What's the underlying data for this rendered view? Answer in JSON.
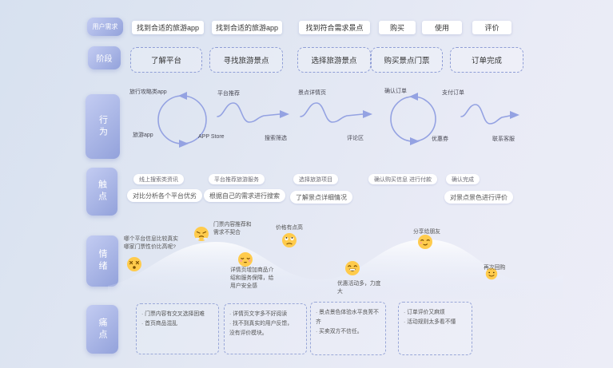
{
  "colors": {
    "accent": "#94a2e2",
    "pill_gradient_from": "#c3ccf2",
    "pill_gradient_to": "#93a2db",
    "tag_bg": "#ffffff",
    "emoji_yellow": "#ffcb4c"
  },
  "needs": {
    "label": "用户需求",
    "items": [
      "找到合适的旅游app",
      "找到合适的旅游app",
      "找到符合需求景点",
      "购买",
      "使用",
      "评价"
    ]
  },
  "stages": {
    "label": "阶段",
    "items": [
      "了解平台",
      "寻找旅游景点",
      "选择旅游景点",
      "购买景点门票",
      "订单完成"
    ]
  },
  "behavior": {
    "label": "行为",
    "steps": [
      "旅行攻略类app",
      "旅游app",
      "APP Store",
      "平台推荐",
      "搜索筛选",
      "景点详情页",
      "评论区",
      "确认订单",
      "优惠券",
      "支付订单",
      "联系客服"
    ]
  },
  "touchpoints": {
    "label": "触点",
    "row1": [
      "线上搜索类资讯",
      "平台推荐旅游服务",
      "选择旅游项目",
      "确认购买信息 进行付款",
      "确认完成"
    ],
    "row2": [
      "对比分析各个平台优劣",
      "根据自己的需求进行搜索",
      "了解景点详细情况",
      "对景点景色进行评价"
    ]
  },
  "emotions": {
    "label": "情绪",
    "notes": [
      {
        "icon": "dizzy-face-emoji",
        "text": "哪个平台信息比较真实\n哪家门票性价比高呢?"
      },
      {
        "icon": "steam-nose-face-emoji",
        "text": "门票内容推荐和\n需求不契合"
      },
      {
        "icon": "flushed-tired-face-emoji",
        "text": "详情页增加商品介\n绍和服务保障，给\n用户安全感"
      },
      {
        "icon": "rolling-eyes-face-emoji",
        "text": "价格有点高"
      },
      {
        "icon": "grinning-face-emoji",
        "text": "优惠活动多，力度\n大"
      },
      {
        "icon": "smirking-face-emoji",
        "text": "分享给朋友"
      },
      {
        "icon": "smiling-face-emoji",
        "text": "再次回购"
      }
    ]
  },
  "painpoints": {
    "label": "痛点",
    "boxes": [
      {
        "lines": [
          "· 门票内容有交叉选择困难",
          "· 首页商品混乱"
        ]
      },
      {
        "lines": [
          "· 详情页文字多不好阅读",
          "· 找不到真实的用户反馈，\n  没有评价模块。"
        ]
      },
      {
        "lines": [
          "· 景点景色体验水平良莠不齐",
          "· 买卖双方不信任。"
        ]
      },
      {
        "lines": [
          "· 订单评价又麻烦",
          "· 活动规则太多看不懂"
        ]
      }
    ]
  }
}
